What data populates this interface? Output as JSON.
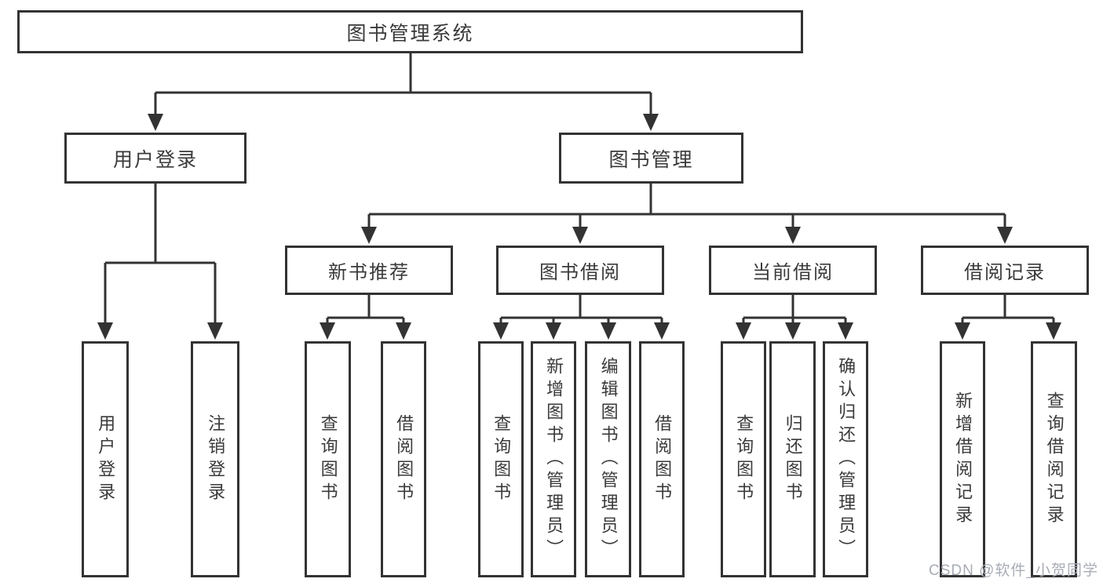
{
  "page": {
    "background": "#ffffff"
  },
  "colors": {
    "line": "#333333",
    "box_border": "#333333",
    "box_background": "#ffffff",
    "text": "#3a3a3a",
    "watermark": "#a8acb4"
  },
  "nodes": {
    "root": "图书管理系统",
    "user_login": "用户登录",
    "book_mgmt": "图书管理",
    "new_books": "新书推荐",
    "book_borrow": "图书借阅",
    "current_borrow": "当前借阅",
    "borrow_records": "借阅记录",
    "user_login_children": [
      "用户登录",
      "注销登录"
    ],
    "new_books_children": [
      "查询图书",
      "借阅图书"
    ],
    "book_borrow_children": [
      "查询图书",
      "新增图书（管理员）",
      "编辑图书（管理员）",
      "借阅图书"
    ],
    "current_borrow_children": [
      "查询图书",
      "归还图书",
      "确认归还（管理员）"
    ],
    "borrow_records_children": [
      "新增借阅记录",
      "查询借阅记录"
    ]
  },
  "watermark": "CSDN @软件_小贺同学"
}
